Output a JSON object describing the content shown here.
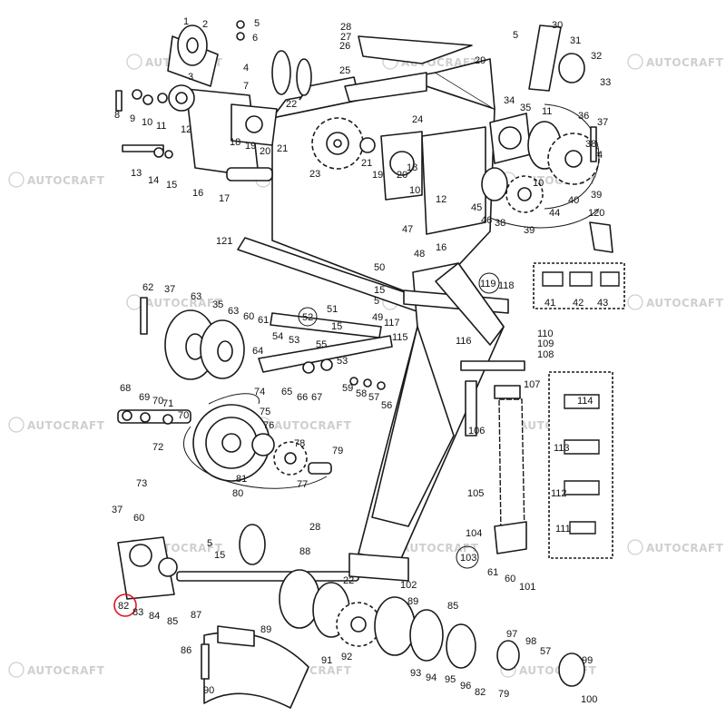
{
  "watermark": {
    "text": "AUTOCRAFT"
  },
  "highlight": {
    "part": "82",
    "color": "#e0141e"
  },
  "callouts": [
    {
      "id": "c1",
      "text": "1"
    },
    {
      "id": "c2",
      "text": "2"
    },
    {
      "id": "c3",
      "text": "3"
    },
    {
      "id": "c5a",
      "text": "5"
    },
    {
      "id": "c6a",
      "text": "6"
    },
    {
      "id": "c4a",
      "text": "4"
    },
    {
      "id": "c7",
      "text": "7"
    },
    {
      "id": "c8",
      "text": "8"
    },
    {
      "id": "c9",
      "text": "9"
    },
    {
      "id": "c10a",
      "text": "10"
    },
    {
      "id": "c11a",
      "text": "11"
    },
    {
      "id": "c12a",
      "text": "12"
    },
    {
      "id": "c13",
      "text": "13"
    },
    {
      "id": "c14",
      "text": "14"
    },
    {
      "id": "c15a",
      "text": "15"
    },
    {
      "id": "c16a",
      "text": "16"
    },
    {
      "id": "c17",
      "text": "17"
    },
    {
      "id": "c18",
      "text": "18"
    },
    {
      "id": "c19a",
      "text": "19"
    },
    {
      "id": "c20a",
      "text": "20"
    },
    {
      "id": "c21a",
      "text": "21"
    },
    {
      "id": "c22a",
      "text": "22"
    },
    {
      "id": "c23",
      "text": "23"
    },
    {
      "id": "c24",
      "text": "24"
    },
    {
      "id": "c25",
      "text": "25"
    },
    {
      "id": "c26",
      "text": "26"
    },
    {
      "id": "c27",
      "text": "27"
    },
    {
      "id": "c28a",
      "text": "28"
    },
    {
      "id": "c29",
      "text": "29"
    },
    {
      "id": "c30",
      "text": "30"
    },
    {
      "id": "c31",
      "text": "31"
    },
    {
      "id": "c32",
      "text": "32"
    },
    {
      "id": "c33",
      "text": "33"
    },
    {
      "id": "c34",
      "text": "34"
    },
    {
      "id": "c35a",
      "text": "35"
    },
    {
      "id": "c36",
      "text": "36"
    },
    {
      "id": "c37a",
      "text": "37"
    },
    {
      "id": "c38a",
      "text": "38"
    },
    {
      "id": "c39a",
      "text": "39"
    },
    {
      "id": "c40",
      "text": "40"
    },
    {
      "id": "c4b",
      "text": "4"
    },
    {
      "id": "c5b",
      "text": "5"
    },
    {
      "id": "c10b",
      "text": "10"
    },
    {
      "id": "c11b",
      "text": "11"
    },
    {
      "id": "c44",
      "text": "44"
    },
    {
      "id": "c45",
      "text": "45"
    },
    {
      "id": "c46",
      "text": "46"
    },
    {
      "id": "c38b",
      "text": "38"
    },
    {
      "id": "c39b",
      "text": "39"
    },
    {
      "id": "c120",
      "text": "120"
    },
    {
      "id": "c47",
      "text": "47"
    },
    {
      "id": "c48",
      "text": "48"
    },
    {
      "id": "c16b",
      "text": "16"
    },
    {
      "id": "c19b",
      "text": "19"
    },
    {
      "id": "c20b",
      "text": "20"
    },
    {
      "id": "c21b",
      "text": "21"
    },
    {
      "id": "c18b",
      "text": "18"
    },
    {
      "id": "c12b",
      "text": "12"
    },
    {
      "id": "c10c",
      "text": "10"
    },
    {
      "id": "c121",
      "text": "121"
    },
    {
      "id": "c50",
      "text": "50"
    },
    {
      "id": "c15b",
      "text": "15"
    },
    {
      "id": "c5c",
      "text": "5"
    },
    {
      "id": "c119",
      "text": "119"
    },
    {
      "id": "c118",
      "text": "118"
    },
    {
      "id": "c41",
      "text": "41"
    },
    {
      "id": "c42",
      "text": "42"
    },
    {
      "id": "c43",
      "text": "43"
    },
    {
      "id": "c62",
      "text": "62"
    },
    {
      "id": "c37b",
      "text": "37"
    },
    {
      "id": "c63a",
      "text": "63"
    },
    {
      "id": "c35b",
      "text": "35"
    },
    {
      "id": "c63b",
      "text": "63"
    },
    {
      "id": "c60a",
      "text": "60"
    },
    {
      "id": "c61a",
      "text": "61"
    },
    {
      "id": "c52",
      "text": "52"
    },
    {
      "id": "c51",
      "text": "51"
    },
    {
      "id": "c15c",
      "text": "15"
    },
    {
      "id": "c49",
      "text": "49"
    },
    {
      "id": "c117",
      "text": "117"
    },
    {
      "id": "c115",
      "text": "115"
    },
    {
      "id": "c116",
      "text": "116"
    },
    {
      "id": "c54",
      "text": "54"
    },
    {
      "id": "c53a",
      "text": "53"
    },
    {
      "id": "c55",
      "text": "55"
    },
    {
      "id": "c64",
      "text": "64"
    },
    {
      "id": "c53b",
      "text": "53"
    },
    {
      "id": "c110",
      "text": "110"
    },
    {
      "id": "c109",
      "text": "109"
    },
    {
      "id": "c108",
      "text": "108"
    },
    {
      "id": "c68",
      "text": "68"
    },
    {
      "id": "c69",
      "text": "69"
    },
    {
      "id": "c70a",
      "text": "70"
    },
    {
      "id": "c71",
      "text": "71"
    },
    {
      "id": "c70b",
      "text": "70"
    },
    {
      "id": "c74",
      "text": "74"
    },
    {
      "id": "c65",
      "text": "65"
    },
    {
      "id": "c66",
      "text": "66"
    },
    {
      "id": "c67",
      "text": "67"
    },
    {
      "id": "c59",
      "text": "59"
    },
    {
      "id": "c58",
      "text": "58"
    },
    {
      "id": "c57a",
      "text": "57"
    },
    {
      "id": "c56",
      "text": "56"
    },
    {
      "id": "c107",
      "text": "107"
    },
    {
      "id": "c114",
      "text": "114"
    },
    {
      "id": "c75",
      "text": "75"
    },
    {
      "id": "c76",
      "text": "76"
    },
    {
      "id": "c72",
      "text": "72"
    },
    {
      "id": "c78",
      "text": "78"
    },
    {
      "id": "c79a",
      "text": "79"
    },
    {
      "id": "c106",
      "text": "106"
    },
    {
      "id": "c113",
      "text": "113"
    },
    {
      "id": "c73",
      "text": "73"
    },
    {
      "id": "c81",
      "text": "81"
    },
    {
      "id": "c77",
      "text": "77"
    },
    {
      "id": "c80",
      "text": "80"
    },
    {
      "id": "c105",
      "text": "105"
    },
    {
      "id": "c112",
      "text": "112"
    },
    {
      "id": "c37c",
      "text": "37"
    },
    {
      "id": "c60b",
      "text": "60"
    },
    {
      "id": "c28b",
      "text": "28"
    },
    {
      "id": "c104",
      "text": "104"
    },
    {
      "id": "c111",
      "text": "111"
    },
    {
      "id": "c5d",
      "text": "5"
    },
    {
      "id": "c15d",
      "text": "15"
    },
    {
      "id": "c88",
      "text": "88"
    },
    {
      "id": "c103",
      "text": "103"
    },
    {
      "id": "c22b",
      "text": "22"
    },
    {
      "id": "c102",
      "text": "102"
    },
    {
      "id": "c61b",
      "text": "61"
    },
    {
      "id": "c60c",
      "text": "60"
    },
    {
      "id": "c101",
      "text": "101"
    },
    {
      "id": "c82a",
      "text": "82"
    },
    {
      "id": "c83",
      "text": "83"
    },
    {
      "id": "c84",
      "text": "84"
    },
    {
      "id": "c85a",
      "text": "85"
    },
    {
      "id": "c87",
      "text": "87"
    },
    {
      "id": "c89a",
      "text": "89"
    },
    {
      "id": "c89b",
      "text": "89"
    },
    {
      "id": "c85b",
      "text": "85"
    },
    {
      "id": "c86",
      "text": "86"
    },
    {
      "id": "c91",
      "text": "91"
    },
    {
      "id": "c92",
      "text": "92"
    },
    {
      "id": "c93",
      "text": "93"
    },
    {
      "id": "c94",
      "text": "94"
    },
    {
      "id": "c95",
      "text": "95"
    },
    {
      "id": "c96",
      "text": "96"
    },
    {
      "id": "c82b",
      "text": "82"
    },
    {
      "id": "c97",
      "text": "97"
    },
    {
      "id": "c98",
      "text": "98"
    },
    {
      "id": "c57b",
      "text": "57"
    },
    {
      "id": "c99",
      "text": "99"
    },
    {
      "id": "c90",
      "text": "90"
    },
    {
      "id": "c79b",
      "text": "79"
    },
    {
      "id": "c100",
      "text": "100"
    }
  ]
}
